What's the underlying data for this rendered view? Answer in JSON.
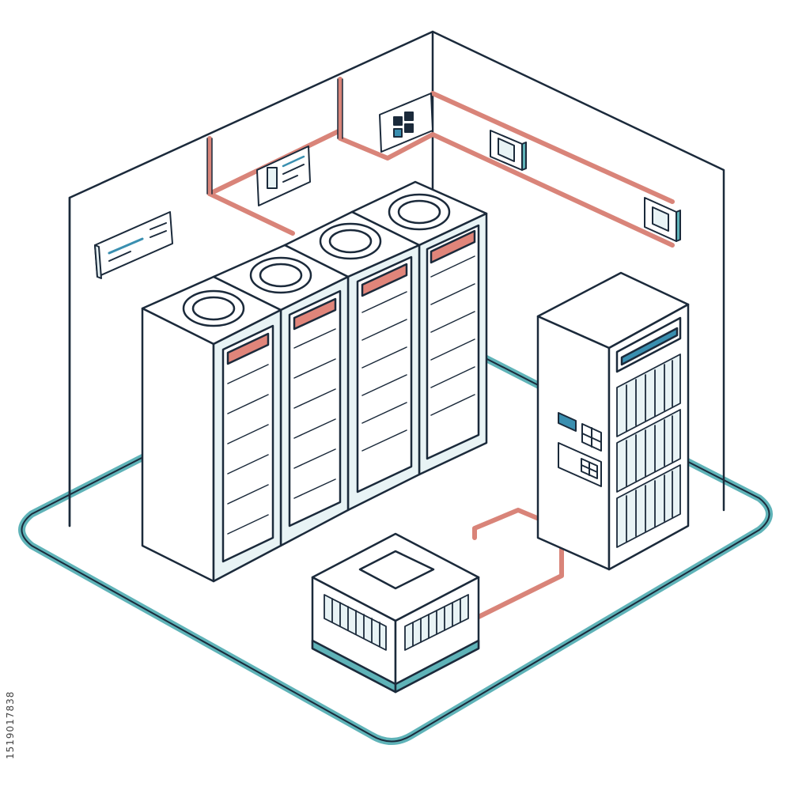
{
  "image": {
    "stock_id": "1519017838"
  },
  "colors": {
    "line": "#1b2a3b",
    "floor_trim": "#5fb3b8",
    "conduit": "#d98479",
    "accent": "#e0857a",
    "panel_blue": "#3a8fb0",
    "cabinet_shade": "#e8f3f5",
    "cabinet_face": "#ffffff"
  },
  "scene": {
    "items": [
      {
        "name": "server-rack",
        "count": 4
      },
      {
        "name": "storage-cabinet",
        "count": 1
      },
      {
        "name": "ups-unit",
        "count": 1
      },
      {
        "name": "wall-panel",
        "count": 3
      },
      {
        "name": "wall-switch",
        "count": 2
      }
    ]
  }
}
